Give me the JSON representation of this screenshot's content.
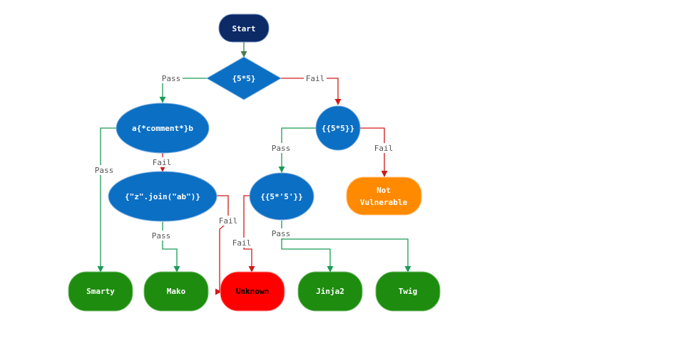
{
  "nodes": {
    "start": {
      "label": "Start"
    },
    "d1": {
      "label": "{5*5}"
    },
    "comment": {
      "label": "a{*comment*}b"
    },
    "d2": {
      "label": "{{5*5}}"
    },
    "join": {
      "label": "{\"z\".join(\"ab\")}"
    },
    "d3": {
      "label": "{{5*'5'}}"
    },
    "not_vulnerable": {
      "line1": "Not",
      "line2": "Vulnerable"
    },
    "smarty": {
      "label": "Smarty"
    },
    "mako": {
      "label": "Mako"
    },
    "unknown": {
      "label": "Unknown"
    },
    "jinja2": {
      "label": "Jinja2"
    },
    "twig": {
      "label": "Twig"
    }
  },
  "edge_labels": {
    "pass": "Pass",
    "fail": "Fail"
  },
  "colors": {
    "start_fill": "#0b2a66",
    "blue_fill": "#0b6fc4",
    "green_fill": "#1e8c0f",
    "orange_fill": "#ff8a00",
    "red_fill": "#ff0000",
    "pass_line": "#1a9b55",
    "fail_line": "#d01919"
  }
}
